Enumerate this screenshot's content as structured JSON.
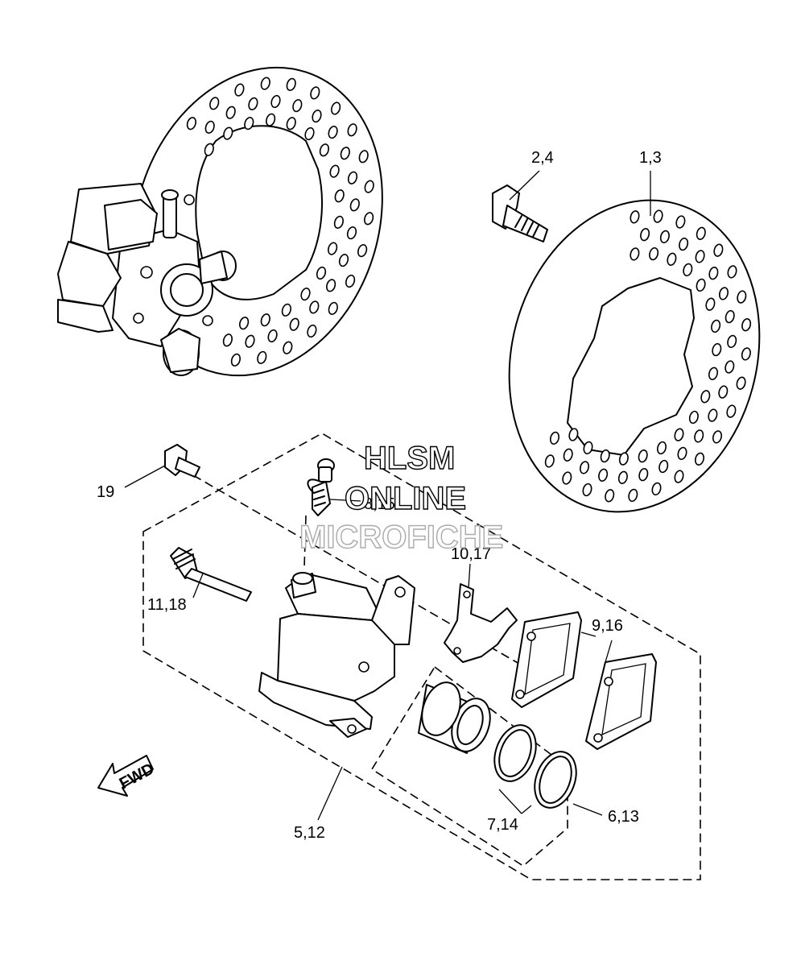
{
  "callouts": {
    "c_1_3": "1,3",
    "c_2_4": "2,4",
    "c_19": "19",
    "c_8_15": "8,15",
    "c_10_17": "10,17",
    "c_11_18": "11,18",
    "c_9_16": "9,16",
    "c_5_12": "5,12",
    "c_7_14": "7,14",
    "c_6_13": "6,13"
  },
  "fwd_arrow": "FWD",
  "watermark": {
    "line1": "HLSM",
    "line2": "ONLINE",
    "line3": "MICROFICHE"
  },
  "colors": {
    "line": "#000000",
    "background": "#ffffff",
    "watermark_fill": "#ffffff"
  }
}
